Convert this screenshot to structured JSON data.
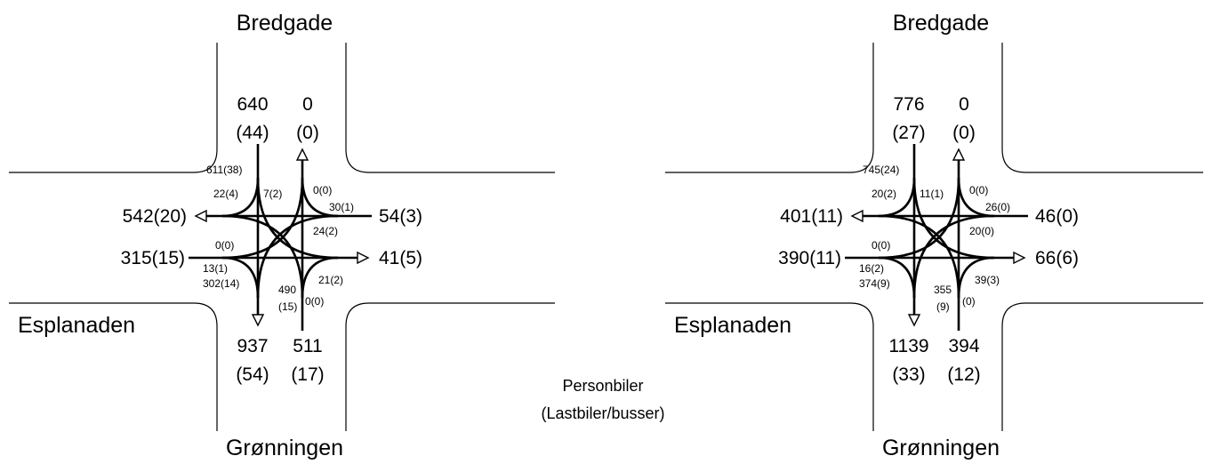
{
  "legend": {
    "line1": "Personbiler",
    "line2": "(Lastbiler/busser)"
  },
  "diagrams": [
    {
      "streets": {
        "north": "Bredgade",
        "west": "Esplanaden",
        "south": "Grønningen"
      },
      "north": {
        "in": "640",
        "in_trucks": "(44)",
        "out": "0",
        "out_trucks": "(0)"
      },
      "south": {
        "out": "937",
        "out_trucks": "(54)",
        "in": "511",
        "in_trucks": "(17)"
      },
      "west": {
        "out": "542(20)",
        "in": "315(15)"
      },
      "east": {
        "in": "54(3)",
        "out": "41(5)"
      },
      "turns": {
        "n_through": "611(38)",
        "n_right": "22(4)",
        "n_left": "7(2)",
        "e_uturn": "0(0)",
        "e_through": "30(1)",
        "e_left": "24(2)",
        "w_uturn": "0(0)",
        "w_right": "13(1)",
        "w_through_alt": "302(14)",
        "s_through": "490",
        "s_through_trucks": "(15)",
        "s_uturn": "0(0)",
        "s_right": "21(2)"
      }
    },
    {
      "streets": {
        "north": "Bredgade",
        "west": "Esplanaden",
        "south": "Grønningen"
      },
      "north": {
        "in": "776",
        "in_trucks": "(27)",
        "out": "0",
        "out_trucks": "(0)"
      },
      "south": {
        "out": "1139",
        "out_trucks": "(33)",
        "in": "394",
        "in_trucks": "(12)"
      },
      "west": {
        "out": "401(11)",
        "in": "390(11)"
      },
      "east": {
        "in": "46(0)",
        "out": "66(6)"
      },
      "turns": {
        "n_through": "745(24)",
        "n_right": "20(2)",
        "n_left": "11(1)",
        "e_uturn": "0(0)",
        "e_through": "26(0)",
        "e_left": "20(0)",
        "w_uturn": "0(0)",
        "w_right": "16(2)",
        "w_through_alt": "374(9)",
        "s_through": "355",
        "s_through_trucks": "(9)",
        "s_uturn": "(0)",
        "s_right": "39(3)"
      }
    }
  ]
}
